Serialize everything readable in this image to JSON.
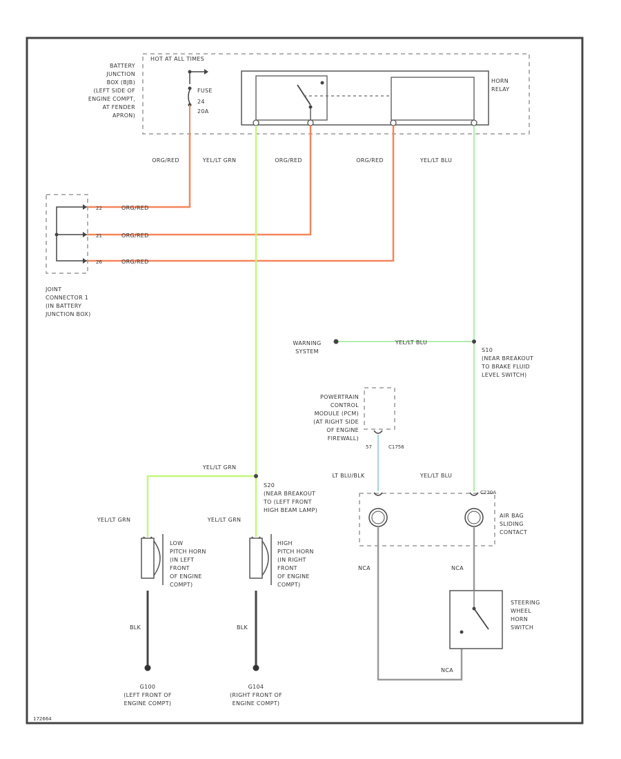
{
  "colors": {
    "orange": "#f4845a",
    "green": "#c4f77a",
    "light_green": "#a8e9a2",
    "light_blue": "#a9d4dc",
    "black": "#444444",
    "gray": "#9a9a9a",
    "border": "#444444"
  },
  "labels": {
    "hot_at_all_times": "HOT AT ALL TIMES",
    "battery_box": [
      "BATTERY",
      "JUNCTION",
      "BOX (BJB)",
      "(LEFT SIDE OF",
      "ENGINE COMPT,",
      "AT FENDER",
      "APRON)"
    ],
    "fuse": [
      "FUSE",
      "24",
      "20A"
    ],
    "horn_relay": [
      "HORN",
      "RELAY"
    ],
    "wire_org_red_1": "ORG/RED",
    "wire_yel_grn_top": "YEL/LT GRN",
    "wire_org_red_2": "ORG/RED",
    "wire_org_red_3": "ORG/RED",
    "wire_yel_blu_top": "YEL/LT BLU",
    "pin_a": "22",
    "pin_b": "21",
    "pin_c": "26",
    "joint_wire_1": "ORG/RED",
    "joint_wire_2": "ORG/RED",
    "joint_wire_3": "ORG/RED",
    "joint_connector": [
      "JOINT",
      "CONNECTOR 1",
      "(IN BATTERY",
      "JUNCTION BOX)"
    ],
    "warning_system": [
      "WARNING",
      "SYSTEM"
    ],
    "warning_wire": "YEL/LT BLU",
    "s_splice_top": [
      "S10",
      "(NEAR BREAKOUT",
      "TO BRAKE FLUID",
      "LEVEL SWITCH)"
    ],
    "pcm": [
      "POWERTRAIN",
      "CONTROL",
      "MODULE (PCM)",
      "(AT RIGHT SIDE",
      "OF ENGINE",
      "FIREWALL)"
    ],
    "pcm_pin": "57",
    "pcm_conn": "C1756",
    "lt_blu_blk": "LT BLU/BLK",
    "yel_blu_mid": "YEL/LT BLU",
    "yel_grn_mid": "YEL/LT GRN",
    "s_splice_mid": [
      "S20",
      "(NEAR BREAKOUT",
      "TO (LEFT FRONT",
      "HIGH BEAM LAMP)"
    ],
    "c_conn": "C220A",
    "airbag": [
      "AIR BAG",
      "SLIDING",
      "CONTACT"
    ],
    "yel_grn_left": "YEL/LT GRN",
    "yel_grn_right": "YEL/LT GRN",
    "low_horn": [
      "LOW",
      "PITCH HORN",
      "(IN LEFT",
      "FRONT",
      "OF ENGINE",
      "COMPT)"
    ],
    "high_horn": [
      "HIGH",
      "PITCH HORN",
      "(IN RIGHT",
      "FRONT",
      "OF ENGINE",
      "COMPT)"
    ],
    "blk_left": "BLK",
    "blk_right": "BLK",
    "nca_left": "NCA",
    "nca_right": "NCA",
    "nca_bottom": "NCA",
    "steering": [
      "STEERING",
      "WHEEL",
      "HORN",
      "SWITCH"
    ],
    "ground_left": [
      "G100",
      "(LEFT FRONT OF",
      "ENGINE COMPT)"
    ],
    "ground_right": [
      "G104",
      "(RIGHT FRONT OF",
      "ENGINE COMPT)"
    ],
    "footer": "172664"
  }
}
